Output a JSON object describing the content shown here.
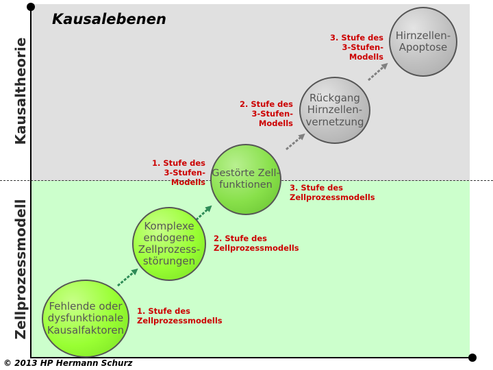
{
  "title": "Kausalebenen",
  "levels": {
    "top": "Kausaltheorie",
    "bottom": "Zellprozessmodell"
  },
  "nodes": [
    {
      "label": "Fehlende oder\ndysfunktionale\nKausalfaktoren"
    },
    {
      "label": "Komplexe\nendogene\nZellprozess-\nstörungen"
    },
    {
      "label": "Gestörte Zell-\nfunktionen"
    },
    {
      "label": "Rückgang\nHirnzellen-\nvernetzung"
    },
    {
      "label": "Hirnzellen-\nApoptose"
    }
  ],
  "steps": {
    "cell_1": "1. Stufe des\nZellprozessmodells",
    "cell_2": "2. Stufe des\nZellprozessmodells",
    "cell_3": "3. Stufe des\nZellprozessmodells",
    "theory_1": "1. Stufe des\n3-Stufen-Modells",
    "theory_2": "2. Stufe des\n3-Stufen-Modells",
    "theory_3": "3. Stufe des\n3-Stufen-Modells"
  },
  "copyright": "© 2013 HP Hermann Schurz",
  "colors": {
    "upper_zone": "#e0e0e0",
    "lower_zone": "#ccffcc",
    "step_text": "#cc0000",
    "green_arrow": "#2e8b57",
    "gray_arrow": "#808080"
  }
}
